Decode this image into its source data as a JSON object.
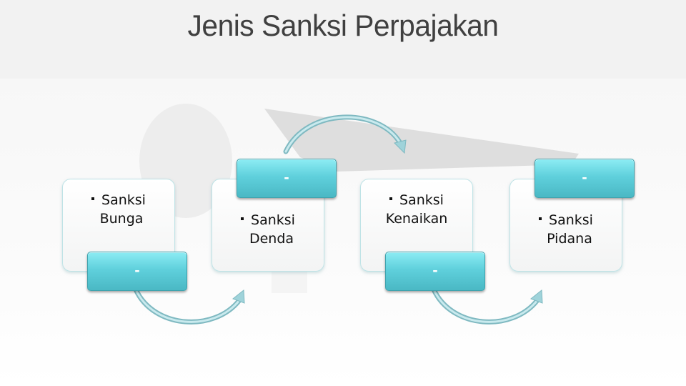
{
  "slide": {
    "title": "Jenis Sanksi Perpajakan",
    "colors": {
      "title_bar": "#f2f2f2",
      "title_text": "#404040",
      "tab_fill": "#5fd0dc",
      "tab_border": "#3fa2ad",
      "card_border": "#bfe3e6",
      "arrow": "#9fd3da"
    }
  },
  "process": {
    "steps": [
      {
        "card_lines": [
          "Sanksi",
          "Bunga"
        ],
        "tab_label": "-",
        "tab_position": "bottom"
      },
      {
        "card_lines": [
          "Sanksi",
          "Denda"
        ],
        "tab_label": "-",
        "tab_position": "top"
      },
      {
        "card_lines": [
          "Sanksi",
          "Kenaikan"
        ],
        "tab_label": "-",
        "tab_position": "bottom"
      },
      {
        "card_lines": [
          "Sanksi",
          "Pidana"
        ],
        "tab_label": "-",
        "tab_position": "top"
      }
    ],
    "connectors": [
      {
        "from": 1,
        "to": 2,
        "direction": "below"
      },
      {
        "from": 2,
        "to": 3,
        "direction": "above"
      },
      {
        "from": 3,
        "to": 4,
        "direction": "below"
      }
    ]
  }
}
